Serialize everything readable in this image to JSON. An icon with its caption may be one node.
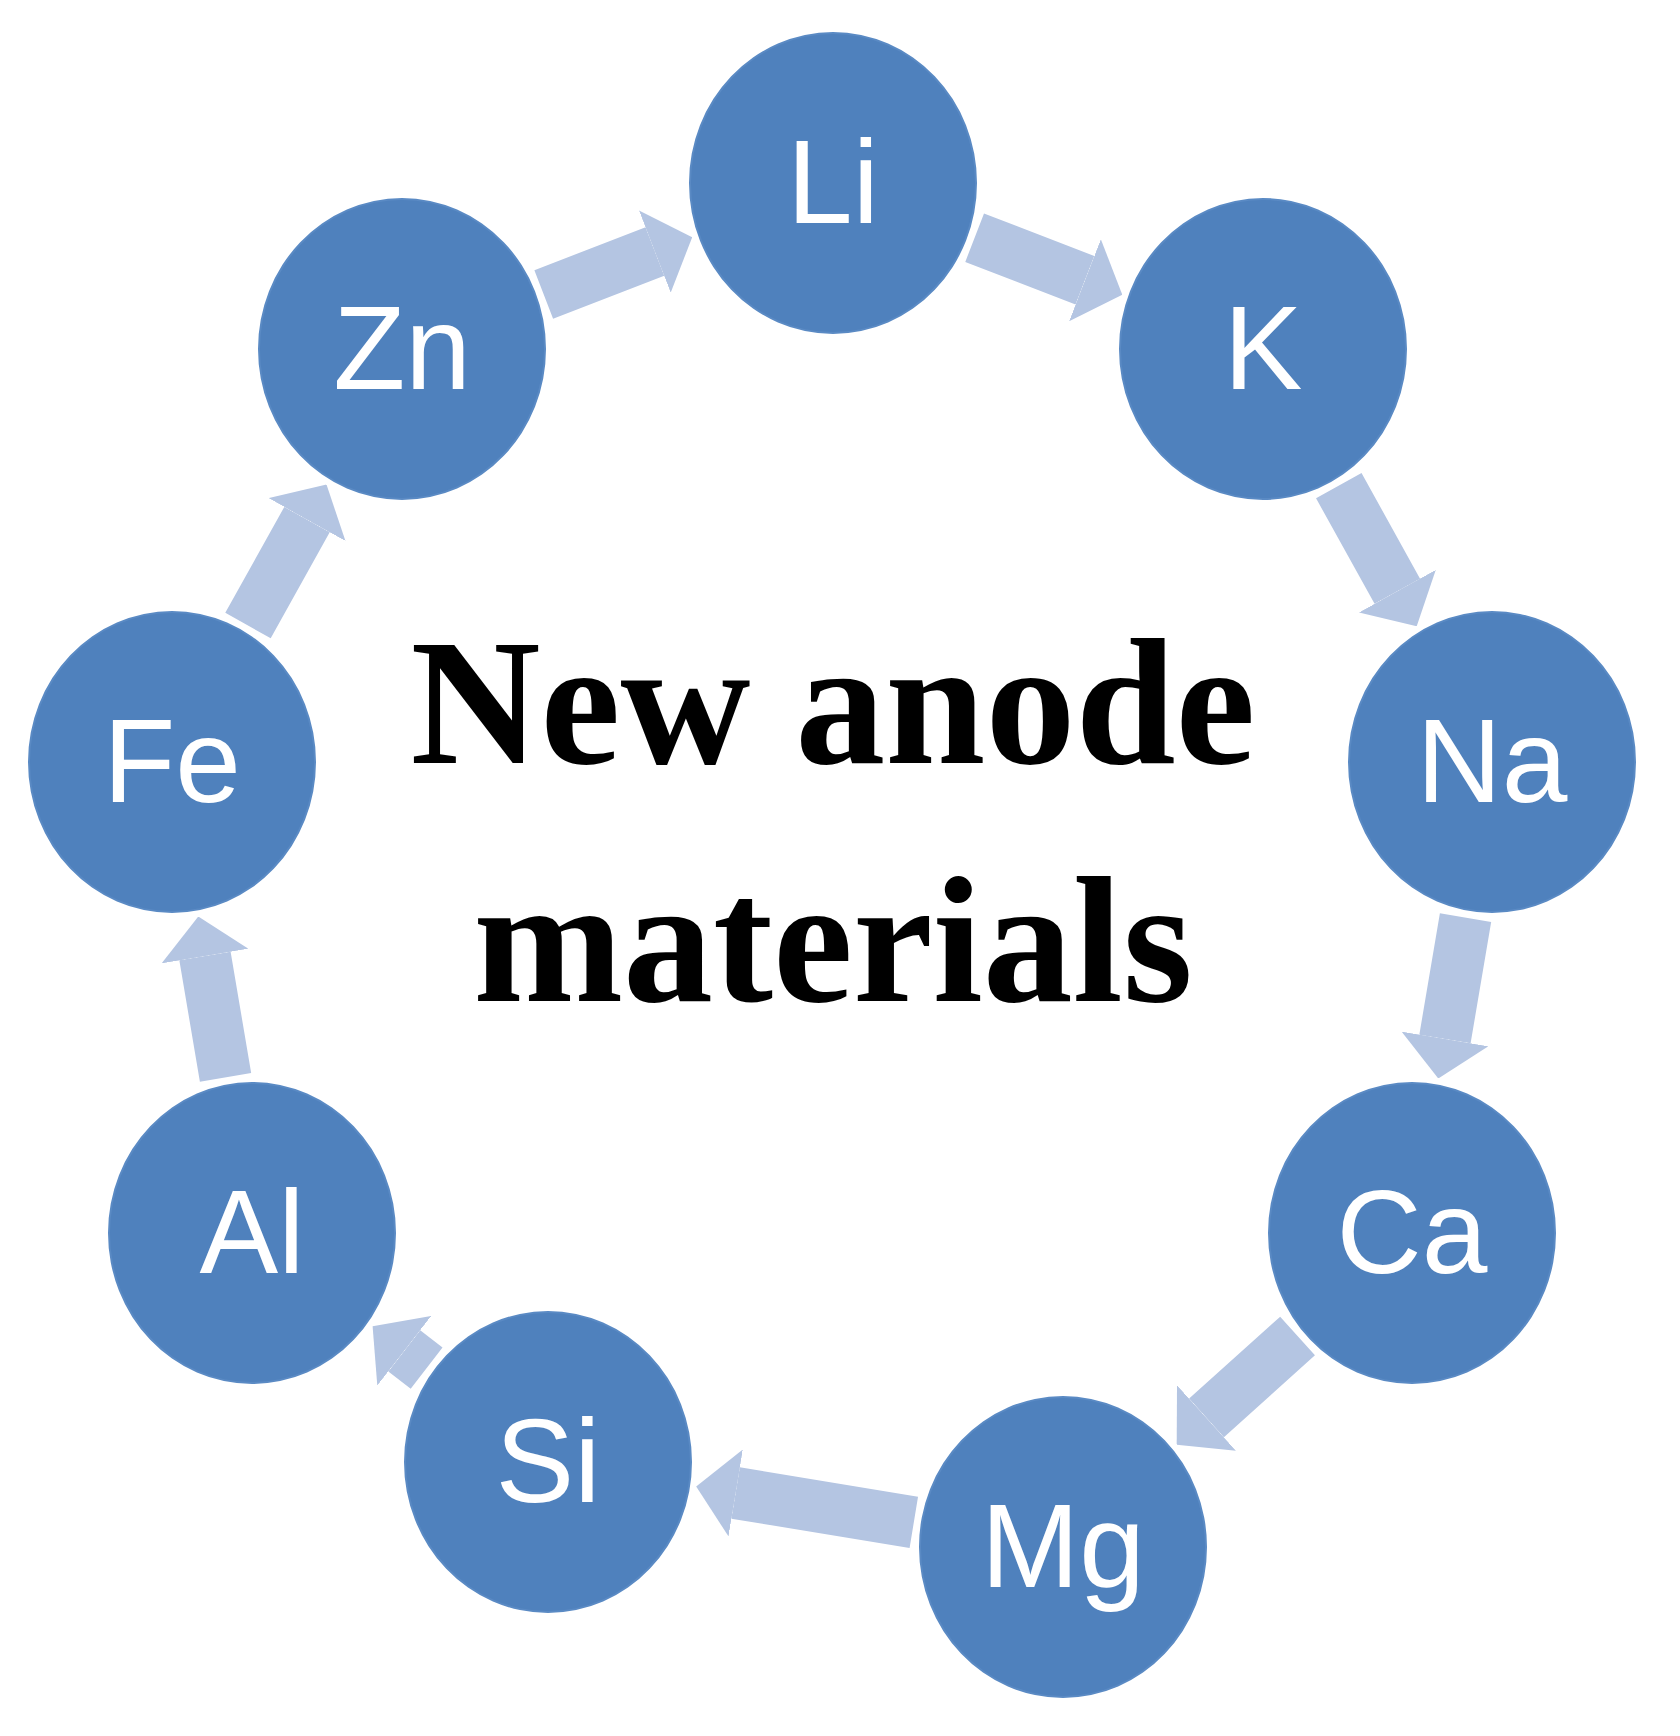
{
  "diagram": {
    "title": "New anode materials",
    "nodes": [
      {
        "text": [
          "Li"
        ]
      },
      {
        "text": [
          "K"
        ]
      },
      {
        "text": [
          "Na"
        ]
      },
      {
        "text": [
          "Ca"
        ]
      },
      {
        "text": [
          "Mg"
        ]
      },
      {
        "text": [
          "Si"
        ]
      },
      {
        "text": [
          "Al"
        ]
      },
      {
        "text": [
          "Fe"
        ]
      },
      {
        "text": [
          "Zn"
        ]
      }
    ],
    "edges": [
      {
        "from": 0,
        "to": 1,
        "arrow": "to"
      },
      {
        "from": 1,
        "to": 2,
        "arrow": "to"
      },
      {
        "from": 2,
        "to": 3,
        "arrow": "to"
      },
      {
        "from": 3,
        "to": 4,
        "arrow": "to"
      },
      {
        "from": 4,
        "to": 5,
        "arrow": "to"
      },
      {
        "from": 5,
        "to": 6,
        "arrow": "to"
      },
      {
        "from": 6,
        "to": 7,
        "arrow": "to"
      },
      {
        "from": 7,
        "to": 8,
        "arrow": "to"
      },
      {
        "from": 8,
        "to": 0,
        "arrow": "to"
      }
    ]
  }
}
